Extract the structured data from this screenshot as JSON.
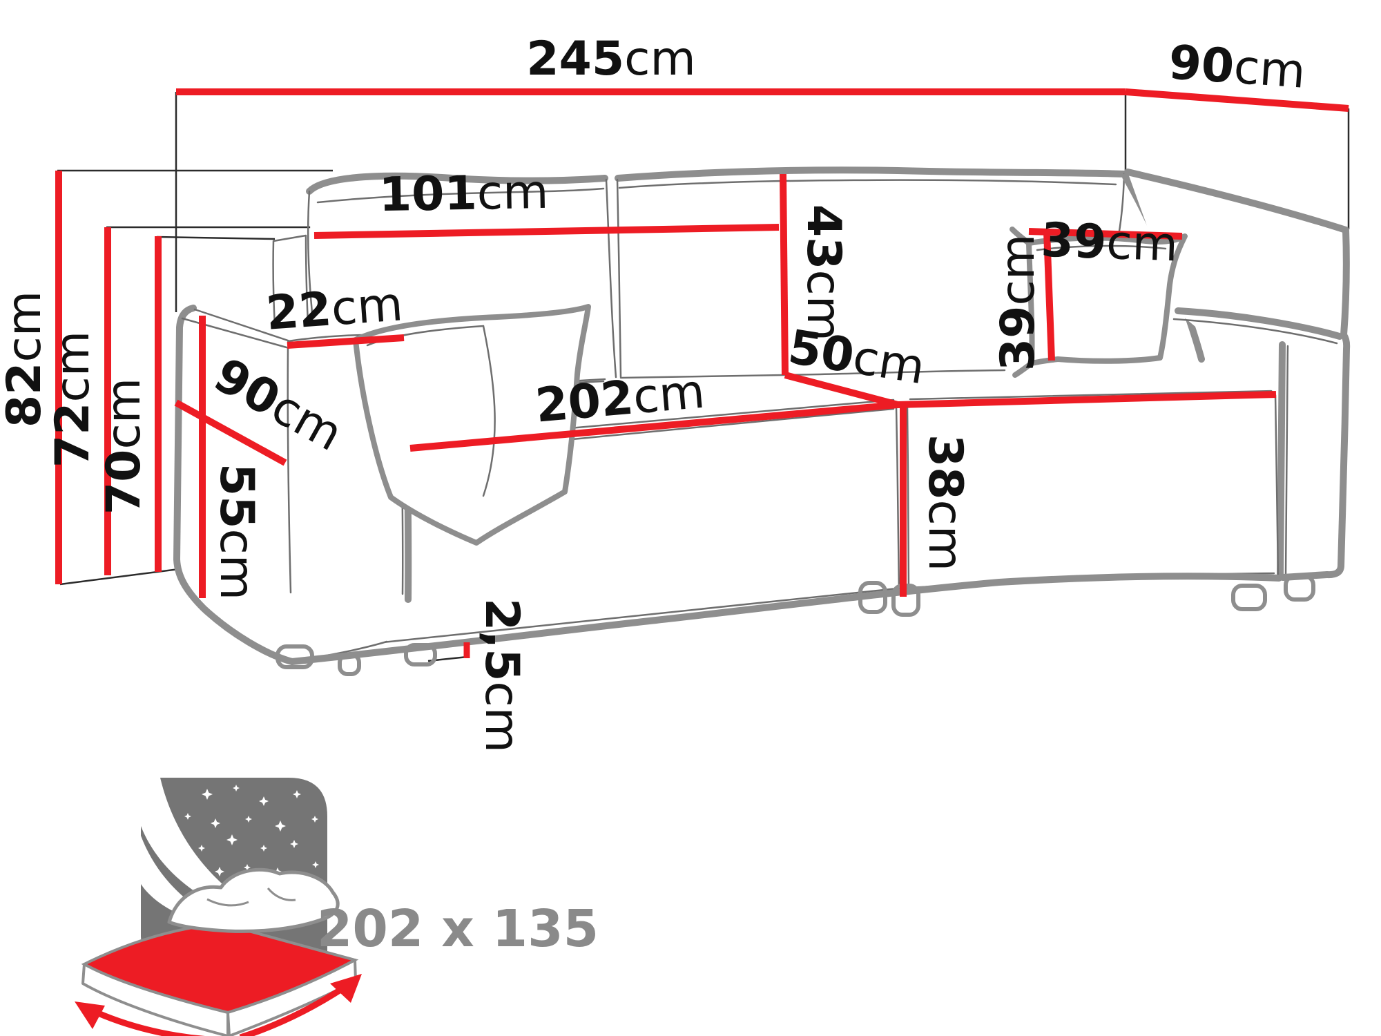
{
  "diagram": {
    "type": "furniture-dimension-diagram",
    "subject": "sofa-bed",
    "colors": {
      "dimension_red": "#ED1C24",
      "outline_gray": "#8E8E8E",
      "sketch_gray": "#6E6E6E",
      "label_black": "#111111",
      "icon_panel_gray": "#757575",
      "icon_text_gray": "#8A8A8A"
    },
    "dimensions": {
      "total_width": {
        "value": "245",
        "unit": "cm"
      },
      "total_depth": {
        "value": "90",
        "unit": "cm"
      },
      "total_height": {
        "value": "82",
        "unit": "cm"
      },
      "back_height": {
        "value": "72",
        "unit": "cm"
      },
      "side_height": {
        "value": "70",
        "unit": "cm"
      },
      "backrest_cushion_width": {
        "value": "101",
        "unit": "cm"
      },
      "backrest_cushion_height": {
        "value": "43",
        "unit": "cm"
      },
      "armrest_width": {
        "value": "22",
        "unit": "cm"
      },
      "armrest_depth": {
        "value": "90",
        "unit": "cm"
      },
      "armrest_height": {
        "value": "55",
        "unit": "cm"
      },
      "seat_width": {
        "value": "202",
        "unit": "cm"
      },
      "seat_depth": {
        "value": "50",
        "unit": "cm"
      },
      "seat_height": {
        "value": "38",
        "unit": "cm"
      },
      "leg_height": {
        "value": "2,5",
        "unit": "cm"
      },
      "pillow_height": {
        "value": "39",
        "unit": "cm"
      },
      "pillow_width": {
        "value": "39",
        "unit": "cm"
      }
    },
    "sleeping_area": {
      "label": "202 x 135"
    }
  }
}
